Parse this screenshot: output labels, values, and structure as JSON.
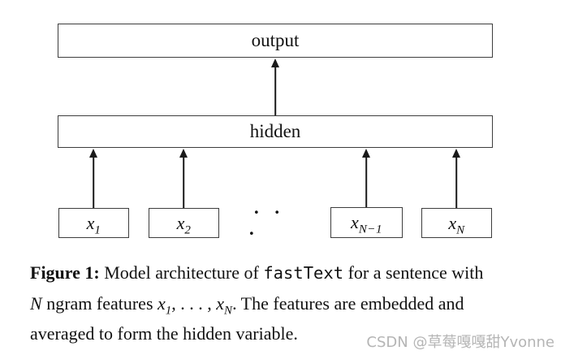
{
  "colors": {
    "background": "#ffffff",
    "box_border": "#3d3d3d",
    "text": "#111111",
    "arrow": "#1a1a1a",
    "watermark": "#b5b5b5"
  },
  "diagram": {
    "output_label": "output",
    "hidden_label": "hidden",
    "ellipsis": "· · ·",
    "inputs": [
      {
        "base": "x",
        "sub": "1"
      },
      {
        "base": "x",
        "sub": "2"
      },
      {
        "base": "x",
        "sub": "N−1"
      },
      {
        "base": "x",
        "sub": "N"
      }
    ]
  },
  "caption": {
    "lines": [
      {
        "seg0": "Figure 1:",
        "seg1": " Model architecture of ",
        "seg2": "fastText",
        "seg3": " for a sentence with"
      },
      {
        "seg0": "N",
        "seg1": " ngram features ",
        "seg2": "x",
        "seg3": "1",
        "seg4": ", . . . , ",
        "seg5": "x",
        "seg6": "N",
        "seg7": ". The features are embedded and"
      },
      {
        "seg0": "averaged to form the hidden variable."
      }
    ]
  },
  "watermark": "CSDN @草莓嘎嘎甜Yvonne"
}
